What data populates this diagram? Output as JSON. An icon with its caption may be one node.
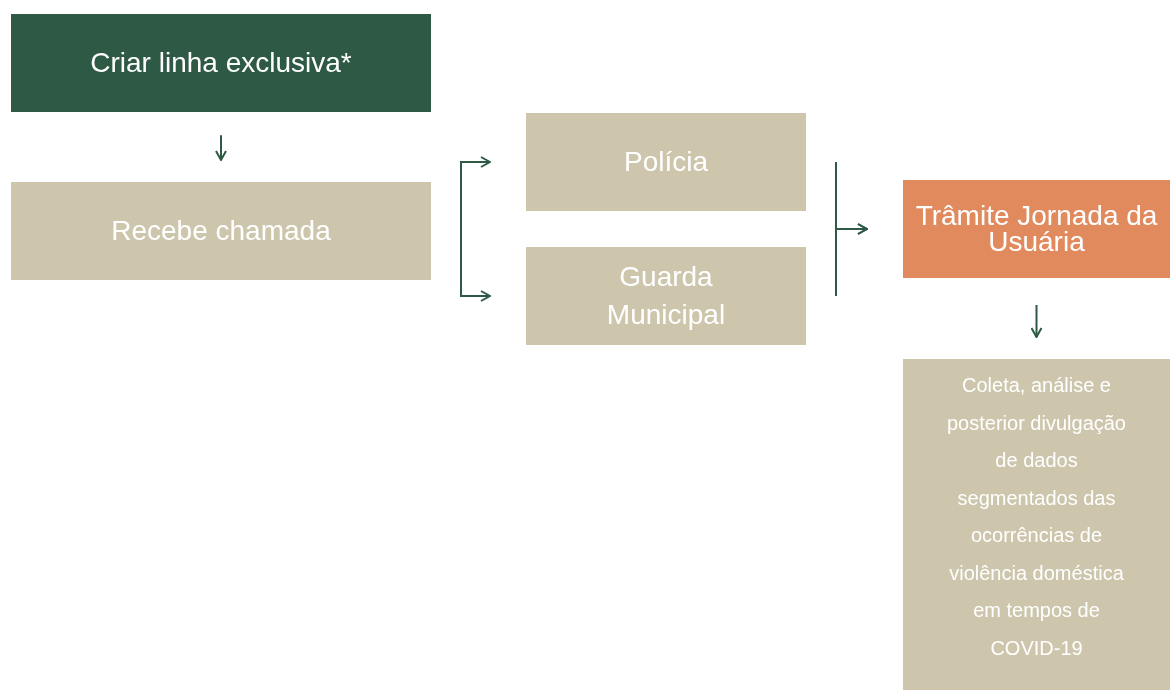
{
  "diagram": {
    "nodes": [
      {
        "text": [
          "Criar linha exclusiva*"
        ]
      },
      {
        "text": [
          "Recebe chamada"
        ]
      },
      {
        "text": [
          "Polícia"
        ]
      },
      {
        "text": [
          "Guarda Municipal"
        ]
      },
      {
        "text": [
          "Trâmite Jornada da Usuária"
        ]
      },
      {
        "text": [
          "Coleta, análise e posterior divulgação de dados segmentados das ocorrências de violência doméstica em tempos de COVID-19"
        ]
      }
    ],
    "edges": [
      {
        "from": 0,
        "to": 1,
        "arrow": "to"
      },
      {
        "from": 1,
        "to": 2,
        "arrow": "to"
      },
      {
        "from": 1,
        "to": 3,
        "arrow": "to"
      },
      {
        "from": 2,
        "to": 4,
        "arrow": "to"
      },
      {
        "from": 3,
        "to": 4,
        "arrow": "to"
      },
      {
        "from": 4,
        "to": 5,
        "arrow": "to"
      }
    ]
  }
}
